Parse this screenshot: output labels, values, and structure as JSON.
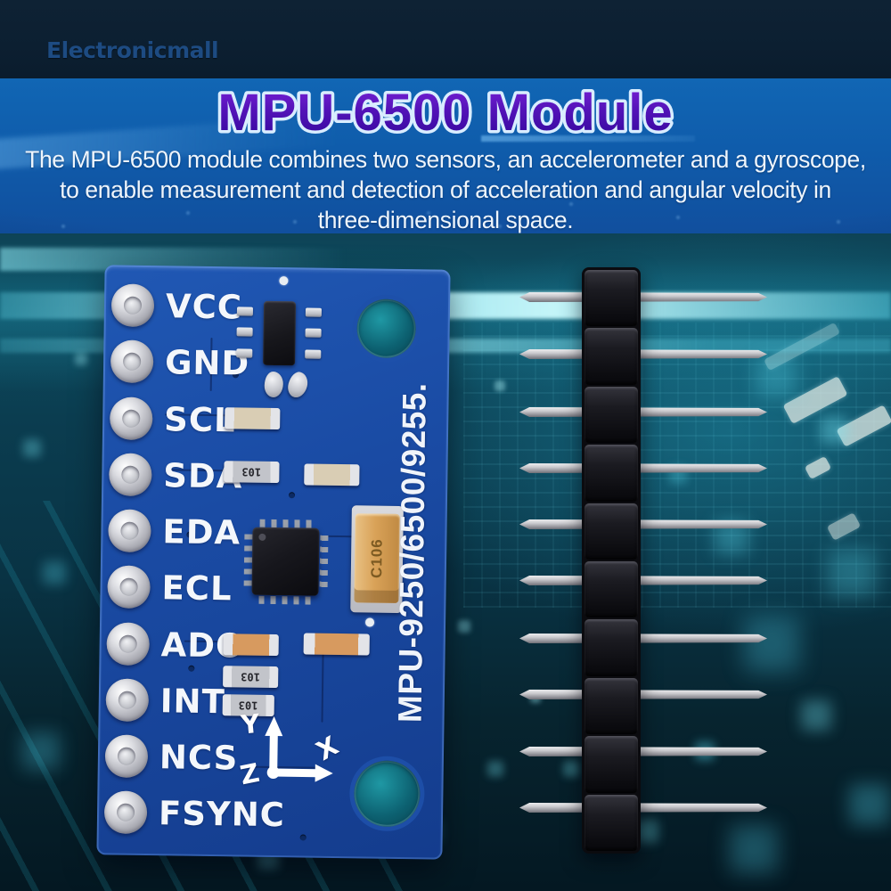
{
  "watermark": {
    "text": "Electronicmall"
  },
  "banner": {
    "title": "MPU-6500 Module",
    "description_line1": "The MPU-6500 module combines two sensors, an accelerometer and a gyroscope,",
    "description_line2": "to enable measurement and detection of acceleration and angular velocity in",
    "description_line3": "three-dimensional space."
  },
  "pcb": {
    "pin_labels": [
      "VCC",
      "GND",
      "SCL",
      "SDA",
      "EDA",
      "ECL",
      "ADO",
      "INT",
      "NCS",
      "FSYNC"
    ],
    "side_text": "MPU-9250/6500/9255.",
    "axis": {
      "x": "X",
      "y": "Y",
      "z": "Z"
    },
    "capacitor_code": "C106",
    "resistor_code": "103"
  },
  "pin_header": {
    "pin_count": 10
  },
  "colors": {
    "top_bar_navy": "#0c1f31",
    "banner_blue": "#0f5cab",
    "title_purple_top": "#7b22d8",
    "title_purple_bottom": "#32079b",
    "title_outline": "#d9edff",
    "pcb_blue": "#1a4ba4",
    "background_teal": "#0b3d50",
    "glow_cyan": "#aaf6ff",
    "capacitor_orange": "#d9a258"
  }
}
